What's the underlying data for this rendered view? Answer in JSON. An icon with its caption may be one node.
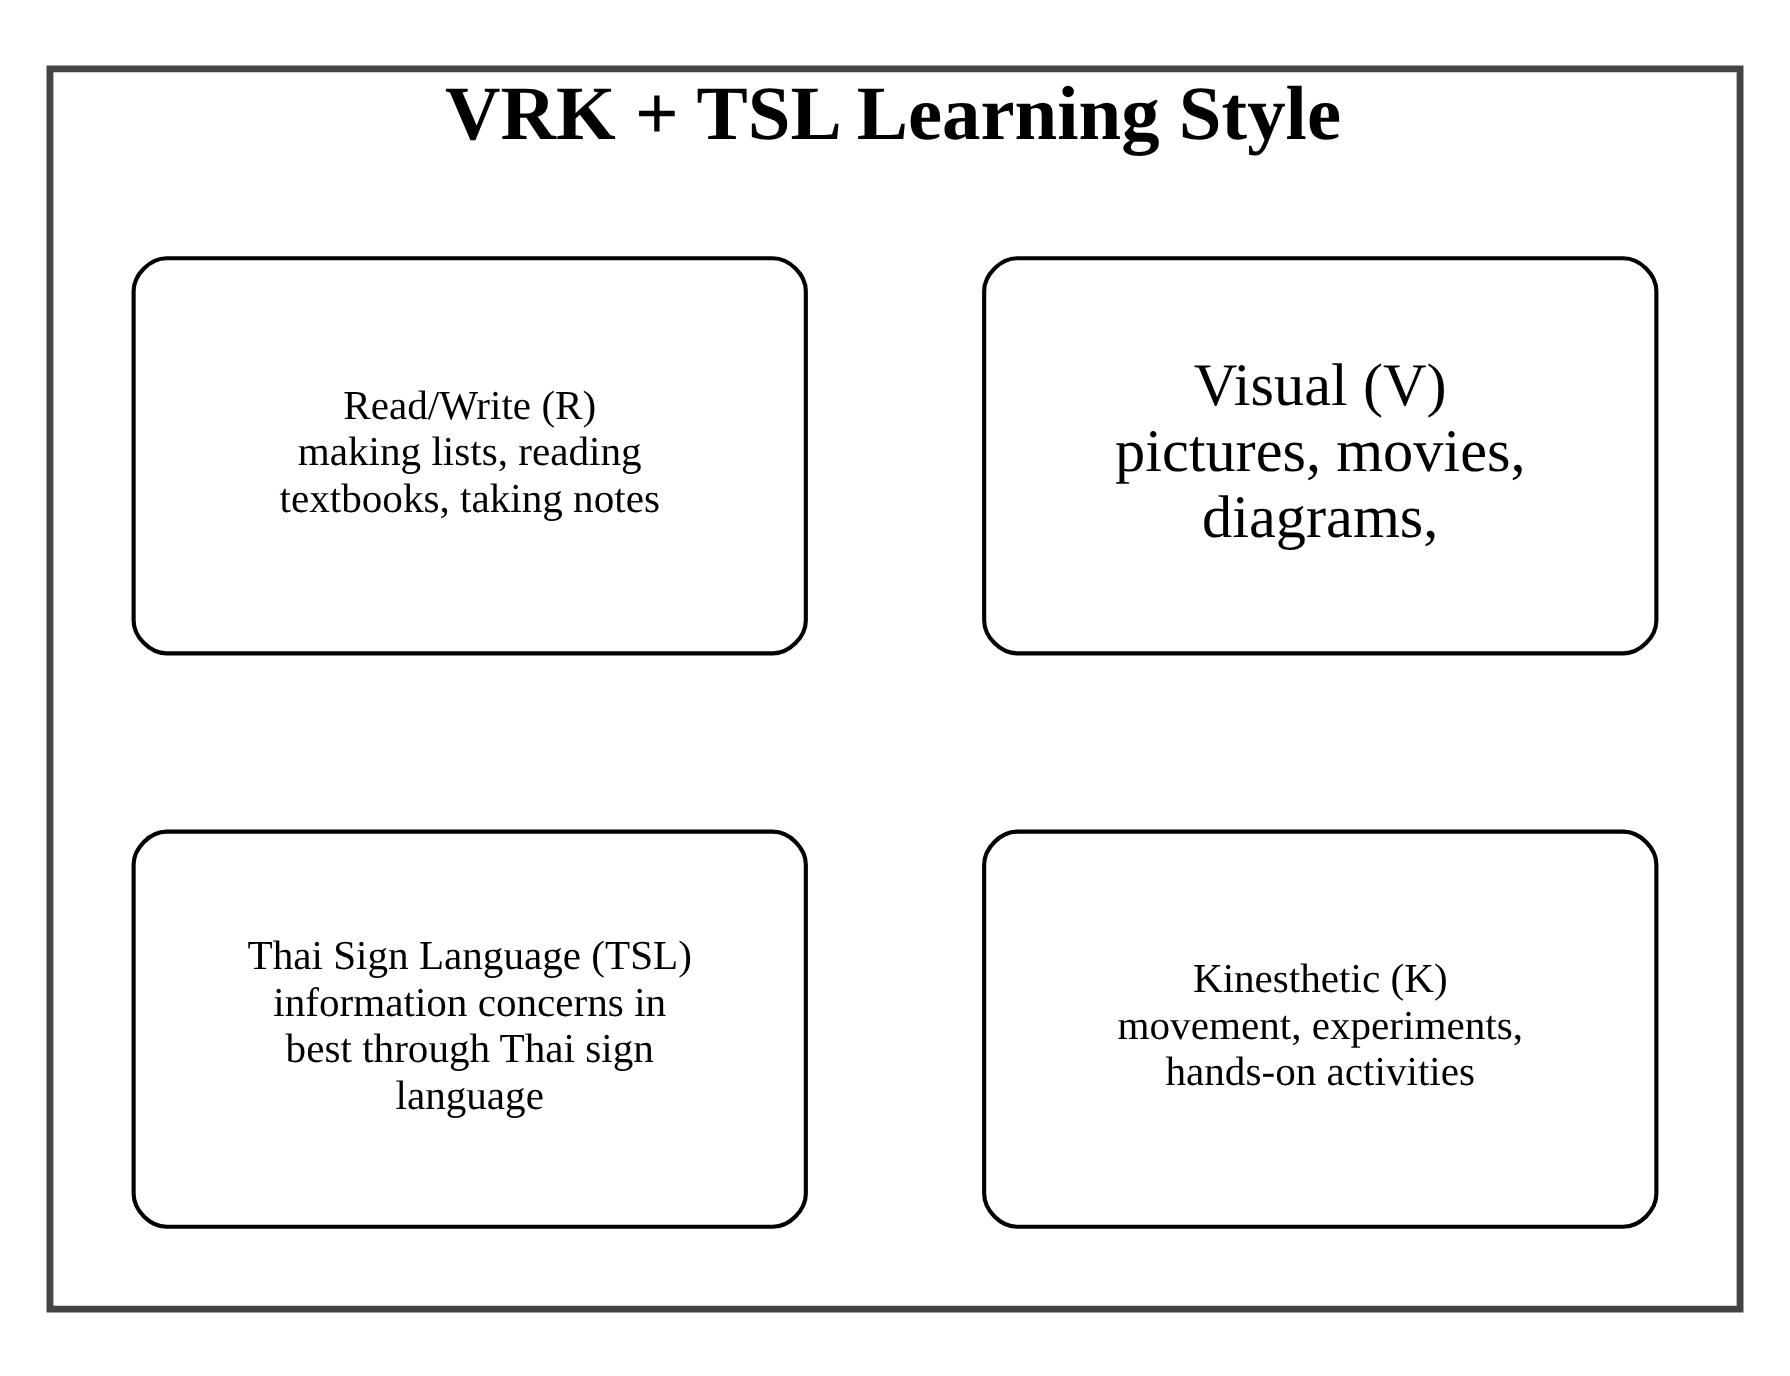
{
  "diagram": {
    "nodes": [
      {
        "text": [
          "VRK + TSL Learning Style"
        ]
      },
      {
        "text": [
          "Visual (V)",
          "pictures, movies, diagrams,"
        ],
        "in": 0
      },
      {
        "text": [
          "Read/Write (R)",
          "making lists, reading textbooks, taking notes"
        ],
        "in": 0
      },
      {
        "text": [
          "Kinesthetic (K)",
          "movement, experiments, hands-on activities"
        ],
        "in": 0
      },
      {
        "text": [
          "Thai Sign Language (TSL)",
          "information concerns in best through Thai sign language"
        ],
        "in": 0
      }
    ]
  }
}
